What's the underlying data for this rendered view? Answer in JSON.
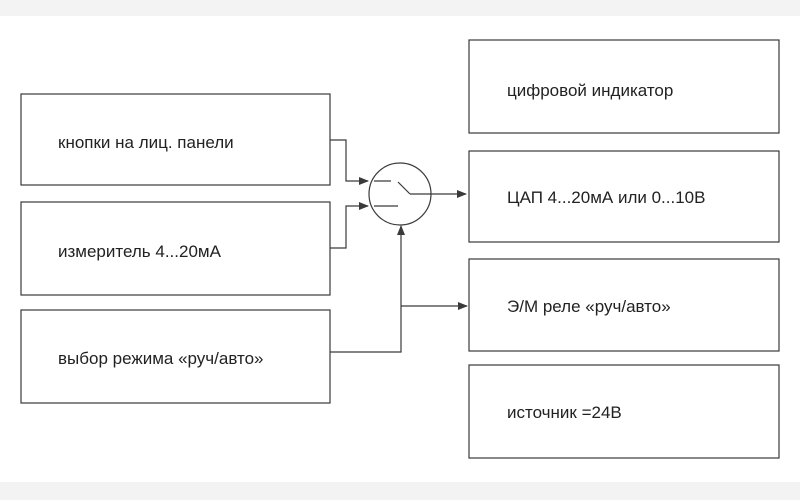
{
  "colors": {
    "stroke": "#3a3a3a",
    "text": "#222222",
    "background": "#ffffff",
    "band": "#f3f3f3"
  },
  "inputs": {
    "buttons_label": "кнопки на лиц. панели",
    "meter_label": "измеритель 4...20мА",
    "mode_label": "выбор режима «руч/авто»"
  },
  "outputs": {
    "indicator_label": "цифровой индикатор",
    "dac_label": "ЦАП 4...20мА или 0...10В",
    "relay_label": "Э/М реле «руч/авто»",
    "power_label": "источник =24В"
  },
  "switch": {
    "icon": "switch-icon"
  }
}
